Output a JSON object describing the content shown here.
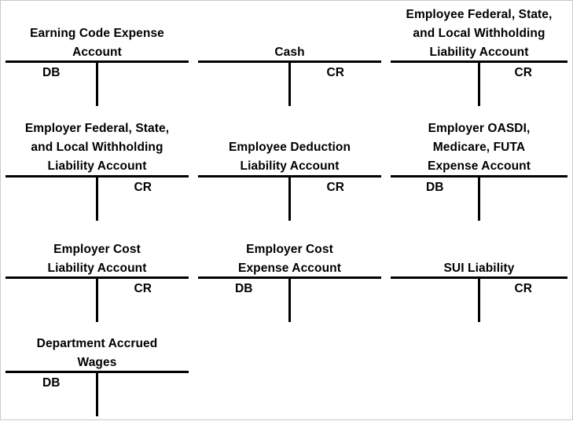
{
  "diagram": {
    "type": "t-account-ledger-diagram",
    "columns": 3,
    "rows": 4,
    "accounts": [
      {
        "title": "Earning Code Expense\nAccount",
        "debit_label": "DB",
        "credit_label": "",
        "side": "debit"
      },
      {
        "title": "Cash",
        "debit_label": "",
        "credit_label": "CR",
        "side": "credit"
      },
      {
        "title": "Employee Federal, State,\nand Local Withholding\nLiability Account",
        "debit_label": "",
        "credit_label": "CR",
        "side": "credit"
      },
      {
        "title": "Employer Federal, State,\nand Local Withholding\nLiability Account",
        "debit_label": "",
        "credit_label": "CR",
        "side": "credit"
      },
      {
        "title": "Employee Deduction\nLiability Account",
        "debit_label": "",
        "credit_label": "CR",
        "side": "credit"
      },
      {
        "title": "Employer OASDI,\nMedicare, FUTA\nExpense Account",
        "debit_label": "DB",
        "credit_label": "",
        "side": "debit"
      },
      {
        "title": "Employer Cost\nLiability Account",
        "debit_label": "",
        "credit_label": "CR",
        "side": "credit"
      },
      {
        "title": "Employer Cost\nExpense Account",
        "debit_label": "DB",
        "credit_label": "",
        "side": "debit"
      },
      {
        "title": "SUI Liability",
        "debit_label": "",
        "credit_label": "CR",
        "side": "credit"
      },
      {
        "title": "Department Accrued\nWages",
        "debit_label": "DB",
        "credit_label": "",
        "side": "debit"
      }
    ],
    "colors": {
      "background": "#ffffff",
      "ink": "#000000",
      "border": "#c9c9c9"
    }
  }
}
